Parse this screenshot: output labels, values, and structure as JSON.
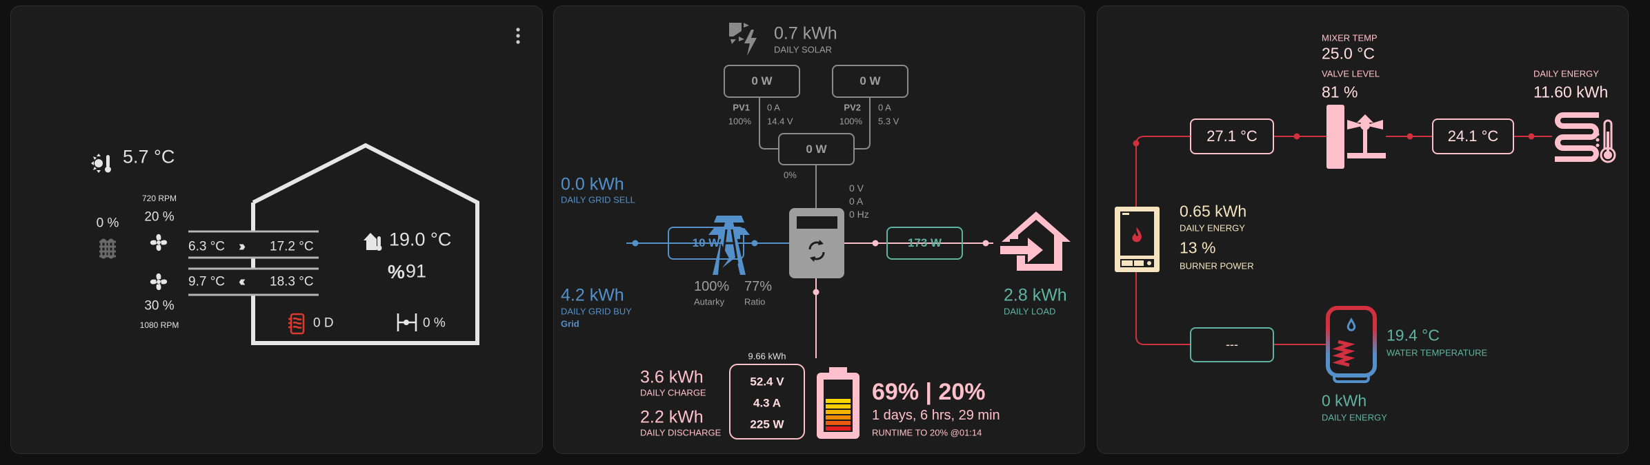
{
  "ventilation": {
    "outdoor_temp": "5.7 °C",
    "supply_fan_rpm": "720 RPM",
    "supply_fan_pct": "20 %",
    "exhaust_fan_pct": "30 %",
    "exhaust_fan_rpm": "1080 RPM",
    "preheater_pct": "0 %",
    "outdoor_air_temp": "6.3 °C",
    "supply_air_temp": "17.2 °C",
    "exhaust_out_temp": "9.7 °C",
    "extract_air_temp": "18.3 °C",
    "indoor_temp": "19.0 °C",
    "humidity": "91",
    "filter_days": "0 D",
    "bypass_pct": "0 %"
  },
  "energy": {
    "solar": {
      "value": "0.7 kWh",
      "label": "DAILY SOLAR"
    },
    "pv1": {
      "power": "0 W",
      "name": "PV1",
      "pct": "100%",
      "current": "0 A",
      "voltage": "14.4 V"
    },
    "pv2": {
      "power": "0 W",
      "name": "PV2",
      "pct": "100%",
      "current": "0 A",
      "voltage": "5.3 V"
    },
    "pv_total": {
      "power": "0 W",
      "pct": "0%"
    },
    "inverter": {
      "voltage": "0 V",
      "current": "0 A",
      "frequency": "0 Hz"
    },
    "grid": {
      "sell_value": "0.0 kWh",
      "sell_label": "DAILY GRID SELL",
      "buy_value": "4.2 kWh",
      "buy_label": "DAILY GRID BUY",
      "name": "Grid",
      "power": "10 W"
    },
    "autarky": {
      "value": "100%",
      "label": "Autarky"
    },
    "ratio": {
      "value": "77%",
      "label": "Ratio"
    },
    "load": {
      "power": "173 W",
      "value": "2.8 kWh",
      "label": "DAILY LOAD"
    },
    "battery": {
      "capacity": "9.66 kWh",
      "voltage": "52.4 V",
      "current": "4.3 A",
      "power": "225 W",
      "charge_value": "3.6 kWh",
      "charge_label": "DAILY CHARGE",
      "discharge_value": "2.2 kWh",
      "discharge_label": "DAILY DISCHARGE",
      "soc": "69% | 20%",
      "soc_fraction": 0.69,
      "runtime": "1 days, 6 hrs, 29 min",
      "runtime_label": "RUNTIME TO 20% @01:14"
    }
  },
  "heating": {
    "mixer_temp_label": "MIXER TEMP",
    "mixer_temp": "25.0 °C",
    "valve_label": "VALVE LEVEL",
    "valve_level": "81 %",
    "circuit_energy_label": "DAILY ENERGY",
    "circuit_energy": "11.60 kWh",
    "flow_temp": "27.1 °C",
    "circuit_temp": "24.1 °C",
    "boiler_energy": "0.65 kWh",
    "boiler_energy_label": "DAILY ENERGY",
    "burner_power": "13 %",
    "burner_power_label": "BURNER POWER",
    "dhw_flow": "---",
    "water_temp": "19.4 °C",
    "water_temp_label": "WATER TEMPERATURE",
    "dhw_energy": "0 kWh",
    "dhw_energy_label": "DAILY ENERGY"
  },
  "colors": {
    "blue": "#5490c9",
    "pink": "#ffc0cb",
    "teal": "#5fb3a1",
    "red": "#d1303f",
    "cream": "#f5e4bf",
    "grey": "#9e9e9e"
  }
}
